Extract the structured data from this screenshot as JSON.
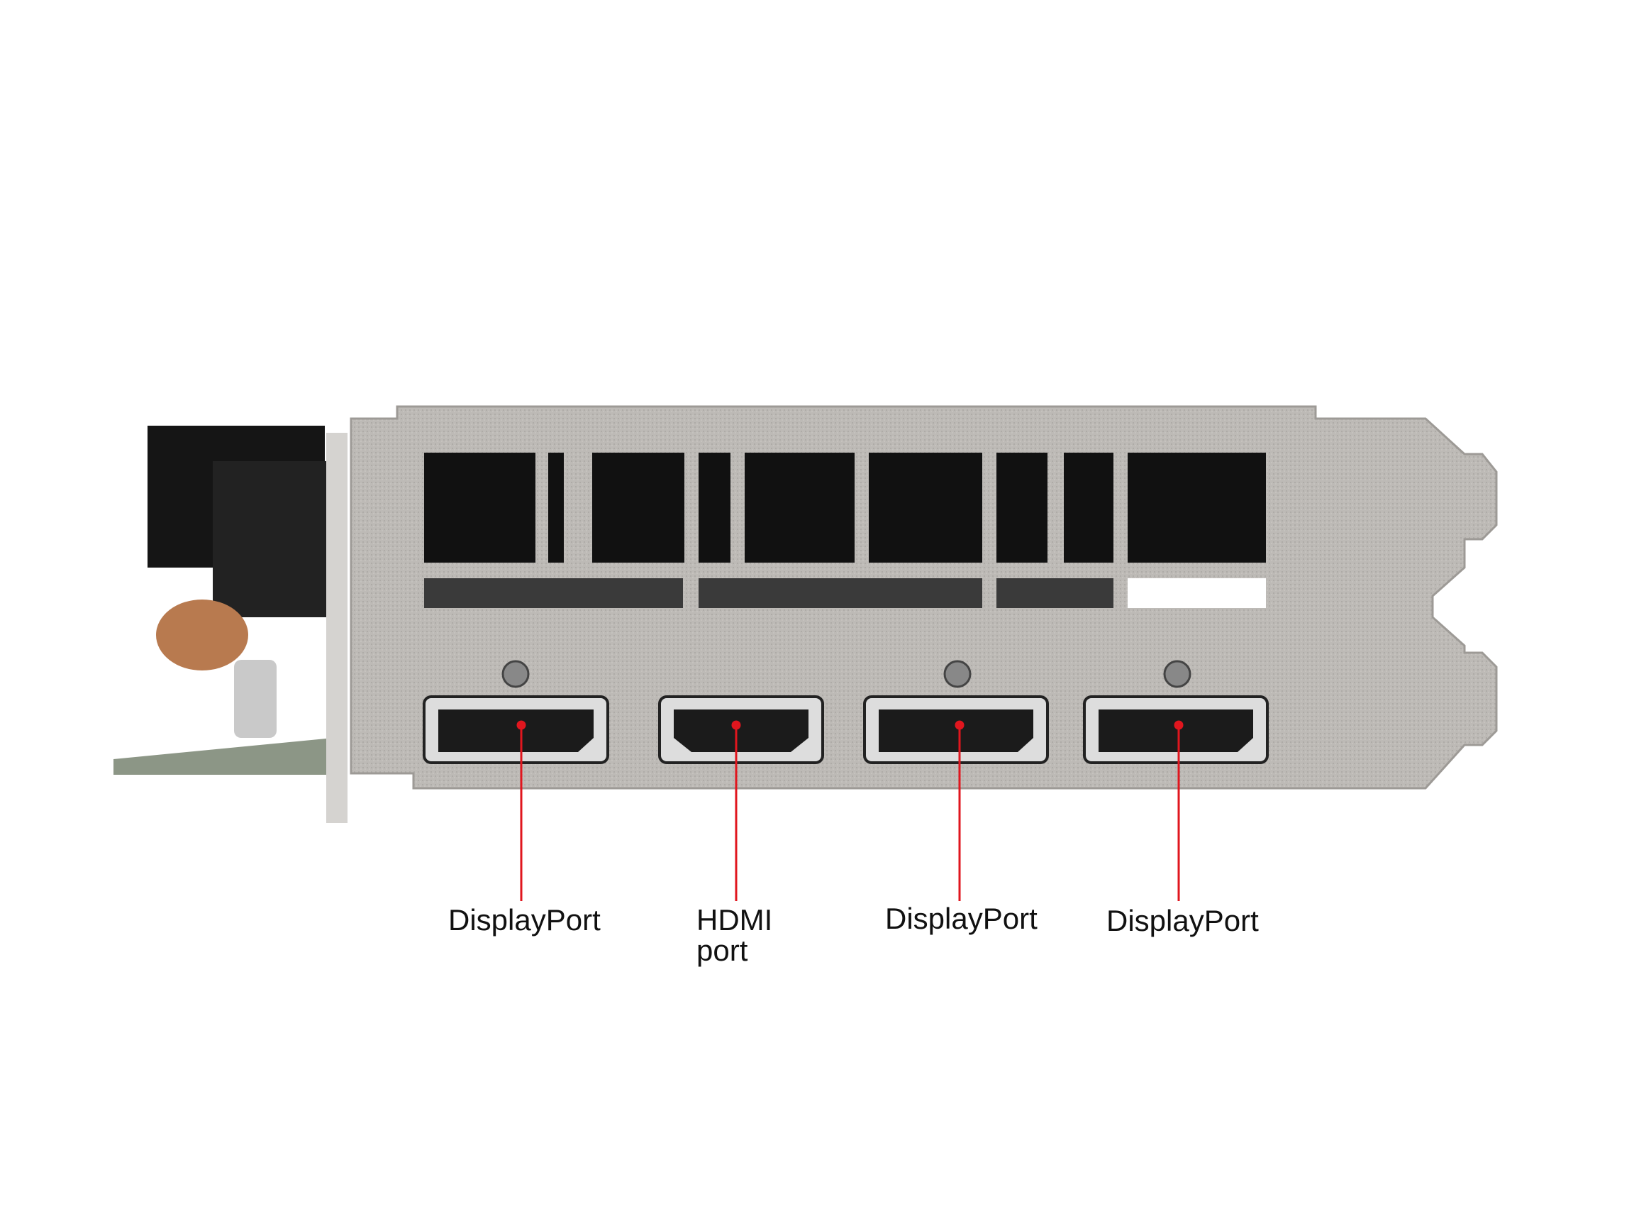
{
  "labels": {
    "port1": "DisplayPort",
    "port2_line1": "HDMI",
    "port2_line2": "port",
    "port3": "DisplayPort",
    "port4": "DisplayPort"
  },
  "colors": {
    "leader": "#e0161e",
    "bracket": "#b9b6b2",
    "background": "#ffffff"
  }
}
